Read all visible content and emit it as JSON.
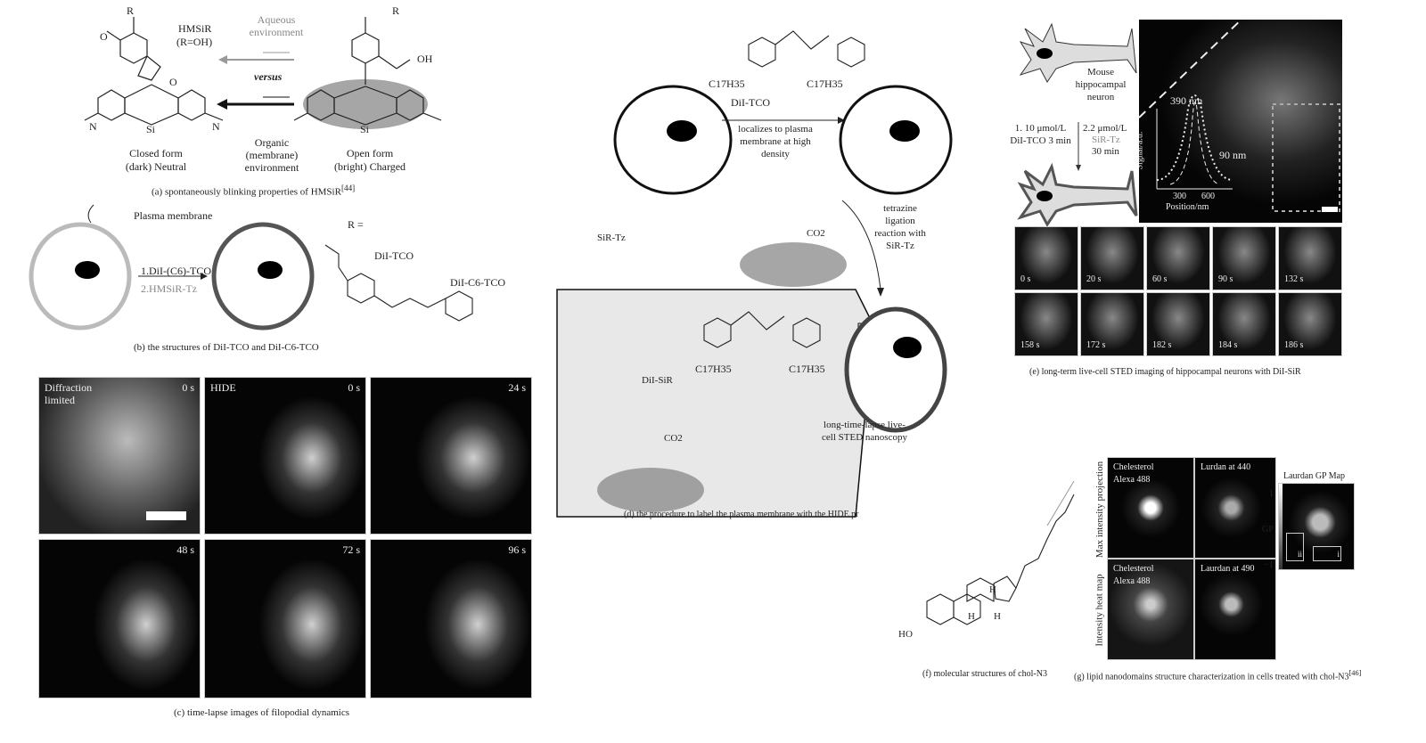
{
  "panel_a": {
    "caption": "(a) spontaneously blinking properties of HMSiR",
    "caption_ref": "[44]",
    "r_label": "R",
    "hmsir_label": "HMSiR",
    "hmsir_sub": "(R=OH)",
    "aqueous": "Aqueous environment",
    "versus": "versus",
    "organic": "Organic (membrane) environment",
    "closed_form": "Closed form",
    "closed_desc": "(dark) Neutral",
    "open_form": "Open form",
    "open_desc": "(bright) Charged",
    "oh": "OH",
    "si": "Si",
    "n": "N",
    "o": "O"
  },
  "panel_b": {
    "caption": "(b) the structures of DiI-TCO and DiI-C6-TCO",
    "plasma_membrane": "Plasma membrane",
    "step1": "1.DiI-(C6)-TCO",
    "step2": "2.HMSiR-Tz",
    "r_eq": "R =",
    "dil_tco": "DiI-TCO",
    "dil_c6_tco": "DiI-C6-TCO"
  },
  "panel_c": {
    "caption": "(c) time-lapse images of filopodial dynamics",
    "frames": [
      {
        "label": "Diffraction limited",
        "time": "0 s"
      },
      {
        "label": "HIDE",
        "time": "0 s"
      },
      {
        "label": "",
        "time": "24 s"
      },
      {
        "label": "",
        "time": "48 s"
      },
      {
        "label": "",
        "time": "72 s"
      },
      {
        "label": "",
        "time": "96 s"
      }
    ]
  },
  "panel_d": {
    "caption": "(d) the procedure to label the plasma membrane with the HIDE pr",
    "dil_tco": "DiI-TCO",
    "localizes": "localizes to plasma membrane at high density",
    "sir_tz": "SiR-Tz",
    "tetrazine": "tetrazine ligation reaction with SiR-Tz",
    "dil_sir": "DiI-SiR",
    "sted": "long-time-lapse live-cell STED nanoscopy",
    "c17h35": "C17H35",
    "co2": "CO2"
  },
  "panel_e": {
    "caption": "(e) long-term live-cell STED imaging of hippocampal neurons with DiI-SiR",
    "neuron": "Mouse hippocampal neuron",
    "step1": "1. 10 μmol/L DiI-TCO 3 min",
    "step2_conc": "2.2 μmol/L",
    "step2_reagent": "SiR-Tz",
    "step2_time": "30 min",
    "fwhm1": "390 nm",
    "fwhm2": "90 nm",
    "ylabel": "Signal/a.u.",
    "xlabel": "Position/nm",
    "xticks": [
      "300",
      "600"
    ],
    "times": [
      "0 s",
      "20 s",
      "60 s",
      "90 s",
      "132 s",
      "158 s",
      "172 s",
      "182 s",
      "184 s",
      "186 s"
    ]
  },
  "panel_f": {
    "caption": "(f) molecular structures of chol-N3",
    "ho": "HO",
    "h": "H"
  },
  "panel_g": {
    "caption": "(g) lipid nanodomains structure characterization in cells treated with chol-N3",
    "caption_ref": "[46]",
    "row1": "Max intensity projection",
    "row2": "Intensity heat map",
    "chol": "Chelesterol Alexa 488",
    "lurdan440": "Lurdan at 440",
    "laurdan490": "Laurdan at 490",
    "gp_map": "Laurdan GP Map",
    "gp": "GP",
    "gp_max": "1",
    "gp_min": "−1",
    "roi1": "i",
    "roi2": "ii"
  }
}
